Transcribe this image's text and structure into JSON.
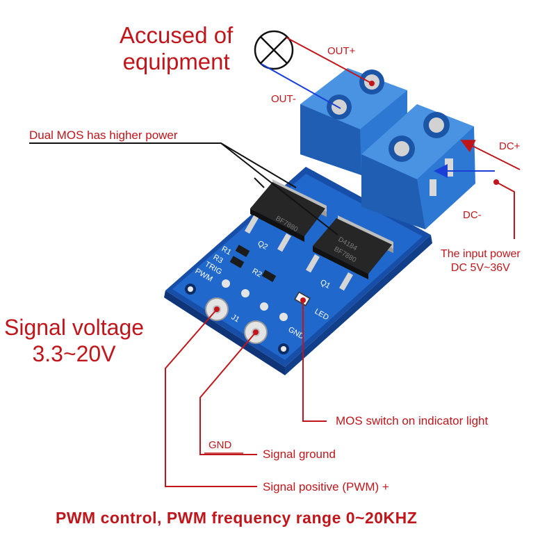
{
  "labels": {
    "load_line1": "Accused of",
    "load_line2": "equipment",
    "out_plus": "OUT+",
    "out_minus": "OUT-",
    "dual_mos": "Dual MOS has higher power",
    "dc_plus": "DC+",
    "dc_minus": "DC-",
    "input_line1": "The input power",
    "input_line2": "DC 5V~36V",
    "signal_line1": "Signal voltage",
    "signal_line2": "3.3~20V",
    "mos_indicator": "MOS switch on indicator light",
    "gnd": "GND",
    "signal_ground": "Signal ground",
    "signal_positive": "Signal positive (PWM) +",
    "bottom_caption": "PWM control, PWM frequency range 0~20KHZ"
  },
  "silkscreen": {
    "r1": "R1",
    "r3": "R3",
    "r2": "R2",
    "q1": "Q1",
    "q2": "Q2",
    "pwm": "PWM",
    "trig": "TRIG",
    "j1": "J1",
    "gnd": "GND",
    "led": "LED",
    "chip1": "BF7880",
    "chip2_a": "D4184",
    "chip2_b": "BF7880"
  },
  "colors": {
    "label_red": "#c0161b",
    "wire_blue": "#1a3fd6",
    "terminal_blue": "#2f7fd6",
    "pcb_blue": "#1f63c4"
  }
}
